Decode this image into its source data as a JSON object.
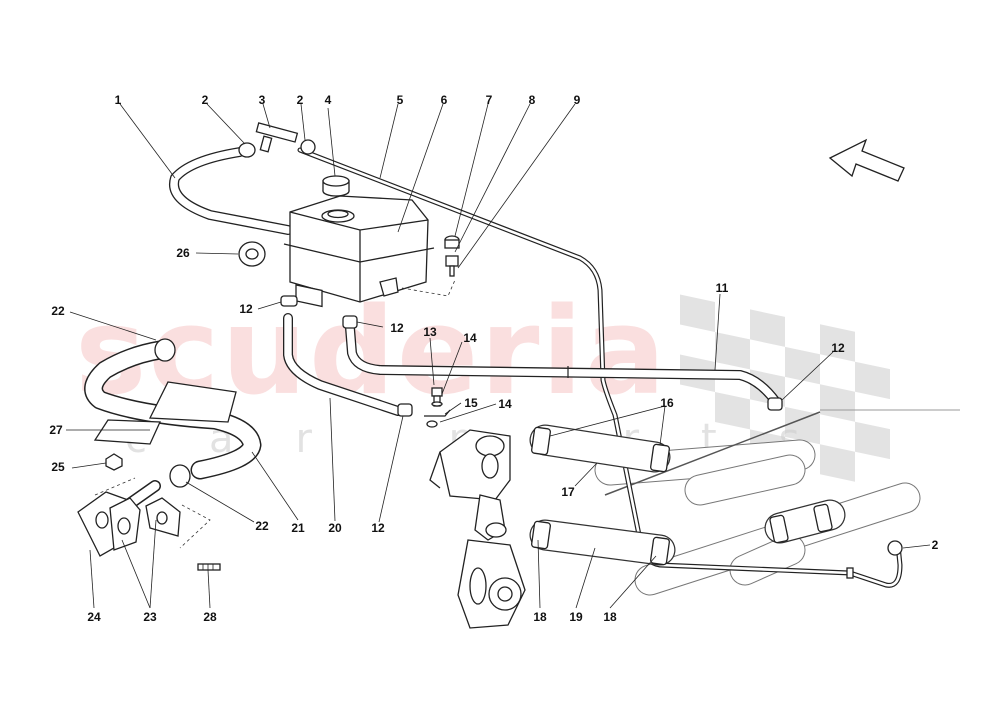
{
  "watermark": {
    "main": "scuderia",
    "sub": "car parts"
  },
  "colors": {
    "watermark_red": "#f6c6c6",
    "watermark_grey": "#cfcfcf",
    "checker": "#e3e3e3",
    "line": "#222222"
  },
  "icons": {
    "direction": "arrow-up-left-icon",
    "checkered_flag": "checkered-flag-icon"
  },
  "callouts": [
    {
      "id": "c1",
      "label": "1"
    },
    {
      "id": "c2a",
      "label": "2"
    },
    {
      "id": "c3",
      "label": "3"
    },
    {
      "id": "c2b",
      "label": "2"
    },
    {
      "id": "c4",
      "label": "4"
    },
    {
      "id": "c5",
      "label": "5"
    },
    {
      "id": "c6",
      "label": "6"
    },
    {
      "id": "c7",
      "label": "7"
    },
    {
      "id": "c8",
      "label": "8"
    },
    {
      "id": "c9",
      "label": "9"
    },
    {
      "id": "c26",
      "label": "26"
    },
    {
      "id": "c12a",
      "label": "12"
    },
    {
      "id": "c12b",
      "label": "12"
    },
    {
      "id": "c22a",
      "label": "22"
    },
    {
      "id": "c13",
      "label": "13"
    },
    {
      "id": "c14a",
      "label": "14"
    },
    {
      "id": "c11",
      "label": "11"
    },
    {
      "id": "c12c",
      "label": "12"
    },
    {
      "id": "c15",
      "label": "15"
    },
    {
      "id": "c14b",
      "label": "14"
    },
    {
      "id": "c16",
      "label": "16"
    },
    {
      "id": "c27",
      "label": "27"
    },
    {
      "id": "c25",
      "label": "25"
    },
    {
      "id": "c17",
      "label": "17"
    },
    {
      "id": "c22b",
      "label": "22"
    },
    {
      "id": "c21",
      "label": "21"
    },
    {
      "id": "c20",
      "label": "20"
    },
    {
      "id": "c12d",
      "label": "12"
    },
    {
      "id": "c2c",
      "label": "2"
    },
    {
      "id": "c24",
      "label": "24"
    },
    {
      "id": "c23",
      "label": "23"
    },
    {
      "id": "c28",
      "label": "28"
    },
    {
      "id": "c18a",
      "label": "18"
    },
    {
      "id": "c19",
      "label": "19"
    },
    {
      "id": "c18b",
      "label": "18"
    }
  ]
}
